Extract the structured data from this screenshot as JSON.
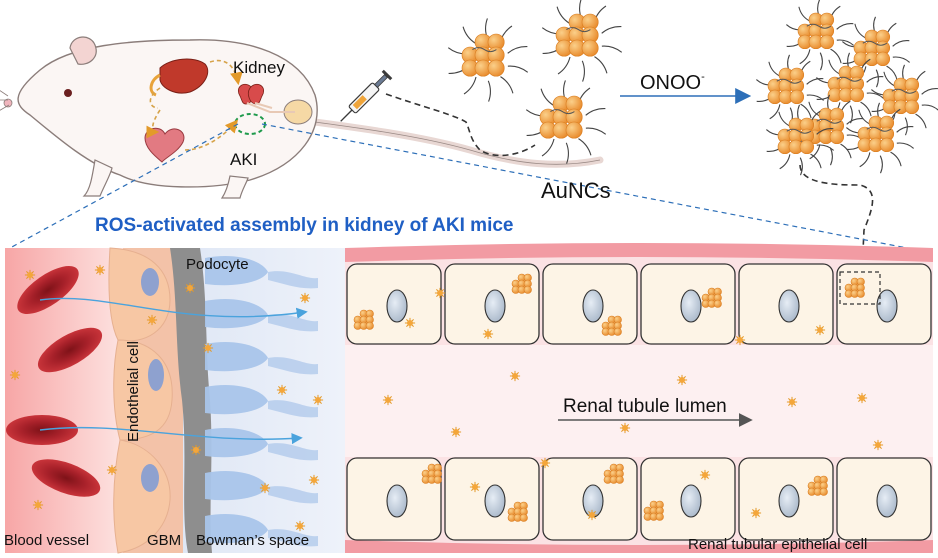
{
  "labels": {
    "kidney": "Kidney",
    "aki": "AKI",
    "onoo": "ONOO",
    "onoo_charge": "-",
    "auncs": "AuNCs",
    "heading": "ROS-activated assembly in kidney of AKI mice",
    "podocyte": "Podocyte",
    "endothelial_cell": "Endothelial cell",
    "renal_tubule_lumen": "Renal tubule lumen",
    "blood_vessel": "Blood vessel",
    "gbm": "GBM",
    "bowmans_space": "Bowman’s space",
    "renal_tubular_epithelial_cell": "Renal tubular epithelial cell"
  },
  "colors": {
    "heading": "#1f5fc4",
    "nanocluster": "#f4a63a",
    "red_blood_cell": "#b5242a",
    "tubule_wall": "#f6c7cb",
    "epithelial_cell": "#fdf4e6",
    "nucleus": "#b7c5d6",
    "gbm": "#8e8e8e",
    "podocyte": "#a9c5ea",
    "arrow_blue": "#2d6fb8"
  }
}
